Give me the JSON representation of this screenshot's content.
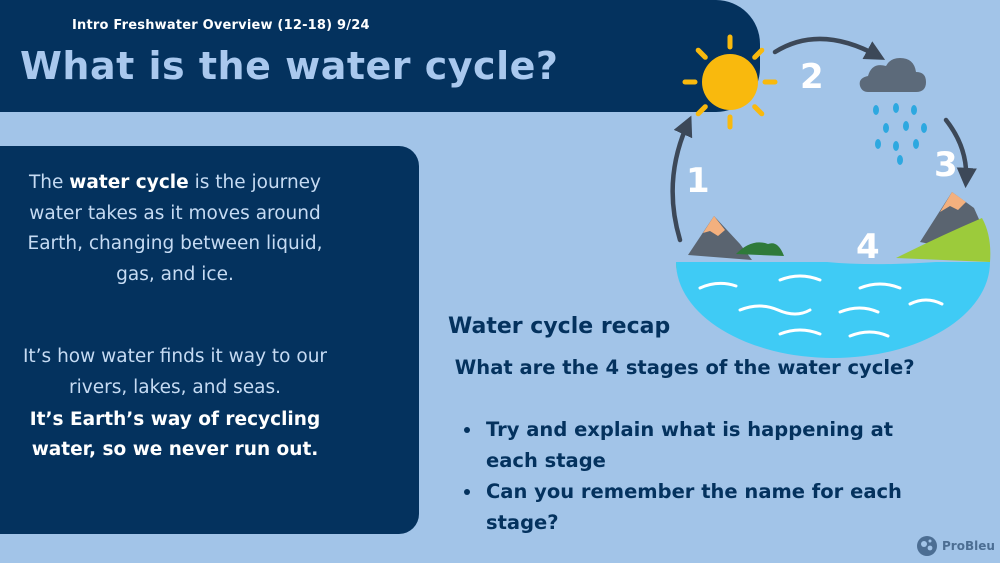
{
  "header": {
    "subtitle": "Intro Freshwater Overview (12-18) 9/24",
    "title": "What is the water cycle?"
  },
  "info": {
    "p1_before": "The ",
    "p1_bold": "water cycle",
    "p1_after": " is the journey water takes as it moves around Earth, changing between liquid, gas, and ice.",
    "p2": "It’s how water finds it way to our rivers, lakes, and seas.",
    "p3": "It’s Earth’s way of recycling water, so we never run out."
  },
  "recap": {
    "title": "Water cycle recap",
    "question": " What are the 4 stages of the water cycle?",
    "bullets": [
      "Try and explain what is happening at each stage",
      "Can you remember the name for each stage?"
    ]
  },
  "diagram": {
    "labels": [
      "1",
      "2",
      "3",
      "4"
    ],
    "icons": [
      "sun-icon",
      "cloud-rain-icon",
      "mountain-icon",
      "sea-icon",
      "arrow-icon"
    ]
  },
  "brand": {
    "name": "ProBleu"
  },
  "colors": {
    "navy": "#04325e",
    "background": "#a2c4e8",
    "title_blue": "#a9c8ee",
    "sun": "#f9b90d",
    "water": "#3fcbf5",
    "grass": "#9ccb3b"
  }
}
